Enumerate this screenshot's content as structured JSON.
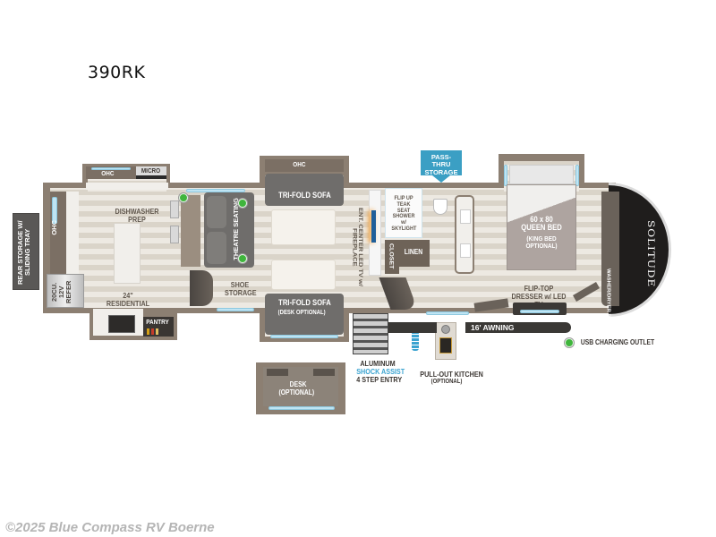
{
  "model": {
    "name": "390RK",
    "brand_logo": "SOLITUDE"
  },
  "labels": {
    "rear_storage": "REAR STORAGE W/ SLIDING TRAY",
    "ohc_rear": "OHC",
    "refer": "20CU. 12V REFER",
    "ohc_kitchen": "OHC",
    "micro": "MICRO",
    "dishwasher_prep": "DISHWASHER PREP",
    "residential_oven": "24\" RESIDENTIAL OVEN",
    "pantry": "PANTRY",
    "theatre_seating": "THEATRE SEATING",
    "shoe_storage": "SHOE STORAGE",
    "ohc_living": "OHC",
    "tri_fold_sofa_top": "TRI-FOLD SOFA",
    "tri_fold_sofa_bottom": "TRI-FOLD SOFA",
    "desk_optional_note": "(DESK OPTIONAL)",
    "ent_center": "ENT. CENTER LED TV w/ FIREPLACE",
    "pass_thru_storage": "PASS-THRU STORAGE",
    "flip_up_seat": "FLIP UP TEAK SEAT",
    "shower": "SHOWER w/ SKYLIGHT",
    "closet": "CLOSET",
    "linen": "LINEN",
    "queen_bed": "60 x 80 QUEEN BED",
    "king_bed_optional": "(KING BED OPTIONAL)",
    "flip_top_dresser": "FLIP-TOP DRESSER w/ LED TV",
    "washer_dryer": "WASHER/DRYER PREP",
    "awning": "16' AWNING",
    "desk": "DESK",
    "desk_optional": "(OPTIONAL)",
    "entry_line1": "ALUMINUM",
    "entry_line2": "SHOCK ASSIST",
    "entry_line3": "4 STEP ENTRY",
    "pull_out_kitchen": "PULL-OUT KITCHEN",
    "pull_out_optional": "(OPTIONAL)"
  },
  "legend": {
    "usb_label": "USB CHARGING OUTLET",
    "usb_color": "#3fb53c"
  },
  "colors": {
    "wall": "#8c7f72",
    "floor": "#e3ddd3",
    "accent_blue": "#3b9fc4",
    "sofa": "#6f6d6b"
  },
  "footer": {
    "copyright": "©2025 Blue Compass RV Boerne"
  }
}
